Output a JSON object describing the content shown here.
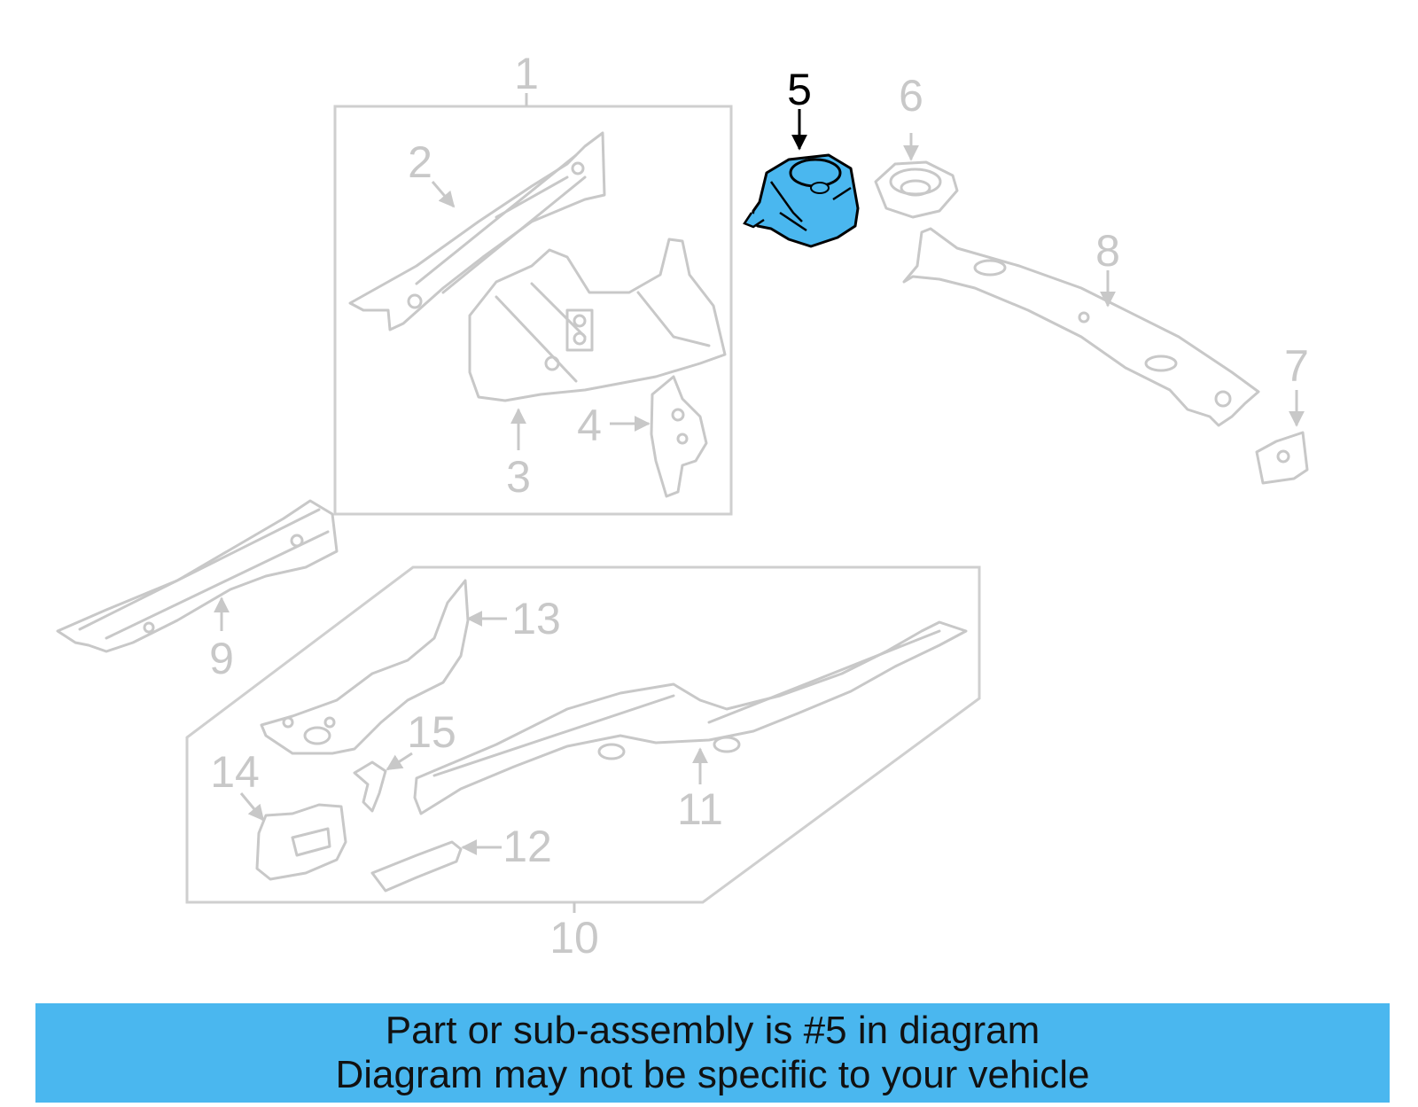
{
  "callouts": [
    "1",
    "2",
    "3",
    "4",
    "5",
    "6",
    "7",
    "8",
    "9",
    "10",
    "11",
    "12",
    "13",
    "14",
    "15"
  ],
  "highlighted_callout": "5",
  "colors": {
    "highlight_part": "#4ab7ef",
    "banner": "#4ab7ef",
    "faded_part": "#c8c8c8",
    "callout_active": "#000000"
  },
  "banner": {
    "line1": "Part or sub-assembly is #5 in diagram",
    "line2": "Diagram may not be specific to your vehicle"
  }
}
